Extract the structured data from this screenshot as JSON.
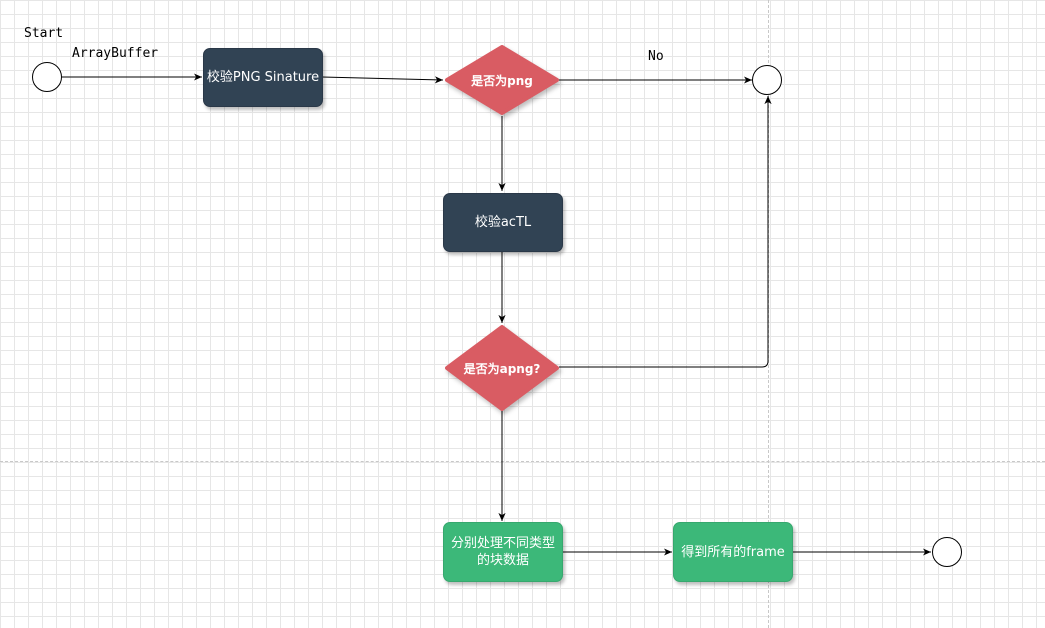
{
  "labels": {
    "start": "Start",
    "input": "ArrayBuffer",
    "no": "No"
  },
  "nodes": {
    "check_signature": "校验PNG Sinature",
    "is_png": "是否为png",
    "check_actl": "校验acTL",
    "is_apng": "是否为apng?",
    "process_chunks_line1": "分别处理不同类型",
    "process_chunks_line2": "的块数据",
    "get_frames": "得到所有的frame"
  },
  "colors": {
    "process_dark": "#314354",
    "process_green": "#3cb879",
    "decision": "#d95c63"
  }
}
